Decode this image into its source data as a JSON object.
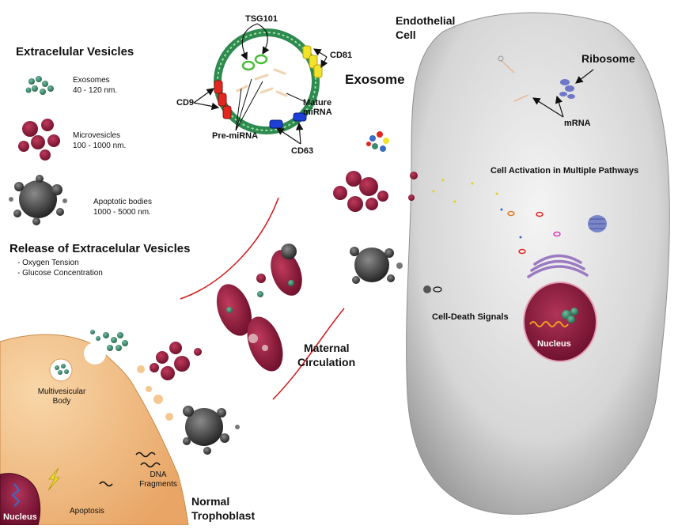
{
  "legend": {
    "title": "Extracelular Vesicles",
    "exosomes": {
      "name": "Exosomes",
      "size": "40 - 120 nm."
    },
    "microvesicles": {
      "name": "Microvesicles",
      "size": "100 - 1000 nm."
    },
    "apoptotic": {
      "name": "Apoptotic bodies",
      "size": "1000 - 5000 nm."
    }
  },
  "release": {
    "title": "Release of Extracelular Vesicles",
    "factors": [
      "- Oxygen Tension",
      "- Glucose Concentration"
    ]
  },
  "exosome_diagram": {
    "title": "Exosome",
    "tsg101": "TSG101",
    "cd81": "CD81",
    "cd9": "CD9",
    "cd63": "CD63",
    "pre_mirna": "Pre-miRNA",
    "mature_mirna_line1": "Mature",
    "mature_mirna_line2": "miRNA"
  },
  "endothelial": {
    "title_line1": "Endothelial",
    "title_line2": "Cell",
    "ribosome": "Ribosome",
    "mrna": "mRNA",
    "activation": "Cell Activation in Multiple Pathways",
    "death_signals": "Cell-Death Signals",
    "nucleus": "Nucleus"
  },
  "circulation": {
    "line1": "Maternal",
    "line2": "Circulation"
  },
  "trophoblast": {
    "multivesicular_line1": "Multivesicular",
    "multivesicular_line2": "Body",
    "dna_line1": "DNA",
    "dna_line2": "Fragments",
    "apoptosis": "Apoptosis",
    "nucleus": "Nucleus",
    "name_line1": "Normal",
    "name_line2": "Trophoblast"
  },
  "colors": {
    "exosome_green": "#3d8a6e",
    "microvesicle_red": "#8a1a3a",
    "apoptotic_gray": "#3a3a3a",
    "trophoblast_fill": "#f3c48e",
    "endothelial_gray": "#d0d0d0",
    "cd81_yellow": "#f2e22a",
    "cd9_red": "#e0261e",
    "cd63_blue": "#1e3fd6"
  }
}
